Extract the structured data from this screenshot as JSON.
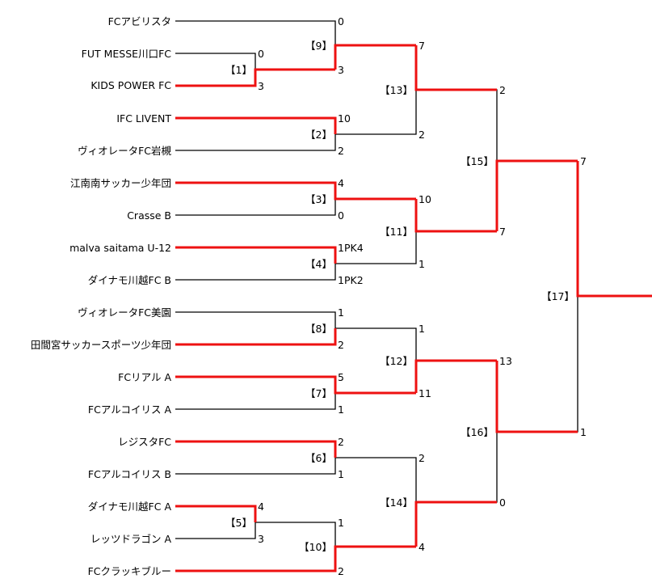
{
  "teams": [
    "FCアビリスタ",
    "FUT MESSE川口FC",
    "KIDS POWER FC",
    "IFC LIVENT",
    "ヴィオレータFC岩槻",
    "江南南サッカー少年団",
    "Crasse B",
    "malva saitama U-12",
    "ダイナモ川越FC B",
    "ヴィオレータFC美園",
    "田間宮サッカースポーツ少年団",
    "FCリアル A",
    "FCアルコイリス A",
    "レジスタFC",
    "FCアルコイリス B",
    "ダイナモ川越FC A",
    "レッツドラゴン A",
    "FCクラッキブルー"
  ],
  "matches": {
    "m1": {
      "label": "【1】",
      "top_score": "0",
      "bottom_score": "3"
    },
    "m9": {
      "label": "【9】",
      "top_score": "0",
      "bottom_score": "3"
    },
    "m2": {
      "label": "【2】",
      "top_score": "10",
      "bottom_score": "2"
    },
    "m13": {
      "label": "【13】",
      "top_score": "7",
      "bottom_score": "2"
    },
    "m3": {
      "label": "【3】",
      "top_score": "4",
      "bottom_score": "0"
    },
    "m4": {
      "label": "【4】",
      "top_score": "1PK4",
      "bottom_score": "1PK2"
    },
    "m11": {
      "label": "【11】",
      "top_score": "10",
      "bottom_score": "1"
    },
    "m15": {
      "label": "【15】",
      "top_score": "2",
      "bottom_score": "7"
    },
    "m8": {
      "label": "【8】",
      "top_score": "1",
      "bottom_score": "2"
    },
    "m7": {
      "label": "【7】",
      "top_score": "5",
      "bottom_score": "1"
    },
    "m12": {
      "label": "【12】",
      "top_score": "1",
      "bottom_score": "11"
    },
    "m6": {
      "label": "【6】",
      "top_score": "2",
      "bottom_score": "1"
    },
    "m5": {
      "label": "【5】",
      "top_score": "4",
      "bottom_score": "3"
    },
    "m10": {
      "label": "【10】",
      "top_score": "1",
      "bottom_score": "2"
    },
    "m14": {
      "label": "【14】",
      "top_score": "2",
      "bottom_score": "4"
    },
    "m16": {
      "label": "【16】",
      "top_score": "13",
      "bottom_score": "0"
    },
    "m17": {
      "label": "【17】",
      "top_score": "7",
      "bottom_score": "1"
    }
  },
  "colors": {
    "winner_line": "#ee1111",
    "line": "#000000"
  }
}
